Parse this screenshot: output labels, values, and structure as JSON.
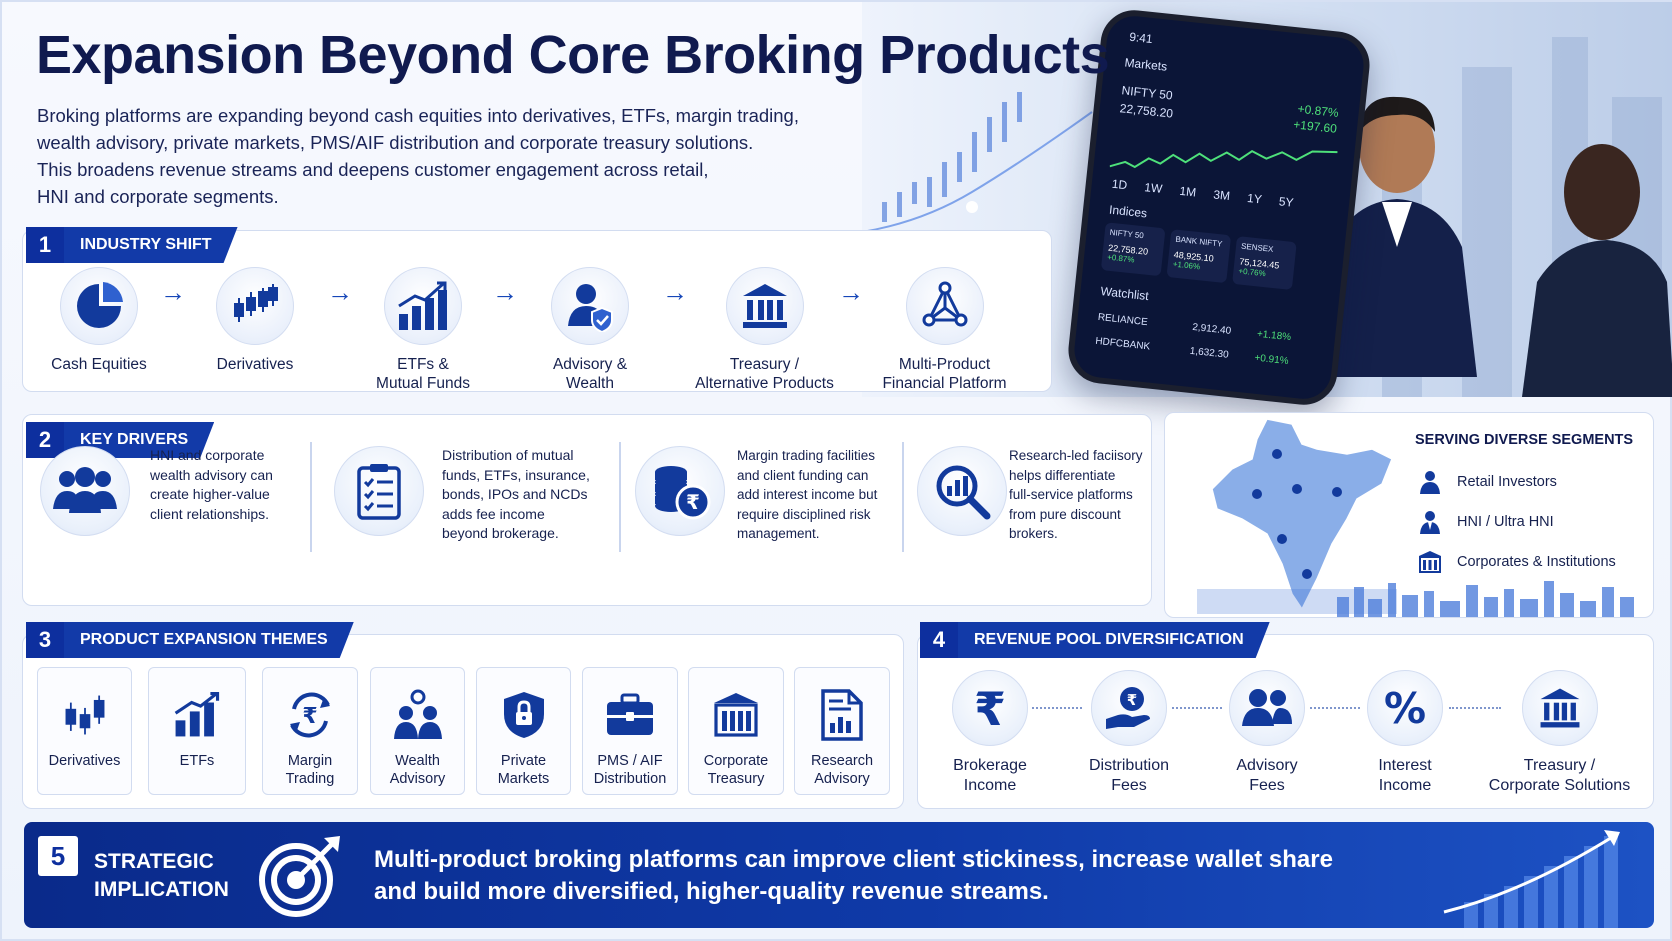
{
  "header": {
    "title": "Expansion Beyond Core Broking Products",
    "intro_lines": [
      "Broking platforms are expanding beyond cash equities into derivatives, ETFs, margin trading,",
      "wealth advisory, private markets, PMS/AIF distribution and corporate treasury solutions.",
      "This broadens revenue streams and deepens customer engagement across retail,",
      "HNI and corporate segments."
    ]
  },
  "phone": {
    "time": "9:41",
    "screen_title": "Markets",
    "index_name": "NIFTY 50",
    "index_value": "22,758.20",
    "index_pct": "+0.87%",
    "index_change": "+197.60",
    "ranges": [
      "1D",
      "1W",
      "1M",
      "3M",
      "1Y",
      "5Y"
    ],
    "indices_label": "Indices",
    "indices": [
      {
        "name": "NIFTY 50",
        "value": "22,758.20",
        "change": "+0.87%"
      },
      {
        "name": "BANK NIFTY",
        "value": "48,925.10",
        "change": "+1.06%"
      },
      {
        "name": "SENSEX",
        "value": "75,124.45",
        "change": "+0.76%"
      }
    ],
    "watchlist_label": "Watchlist",
    "watchlist": [
      {
        "name": "RELIANCE",
        "price": "2,912.40",
        "change": "+1.18%"
      },
      {
        "name": "HDFCBANK",
        "price": "1,632.30",
        "change": "+0.91%"
      }
    ]
  },
  "sections": {
    "s1": {
      "num": "1",
      "label": "Industry Shift",
      "items": [
        {
          "label_lines": [
            "Cash Equities"
          ],
          "icon": "pie-chart-icon"
        },
        {
          "label_lines": [
            "Derivatives"
          ],
          "icon": "candlestick-icon"
        },
        {
          "label_lines": [
            "ETFs &",
            "Mutual Funds"
          ],
          "icon": "bar-growth-icon"
        },
        {
          "label_lines": [
            "Advisory &",
            "Wealth"
          ],
          "icon": "advisor-shield-icon"
        },
        {
          "label_lines": [
            "Treasury /",
            "Alternative Products"
          ],
          "icon": "bank-icon"
        },
        {
          "label_lines": [
            "Multi-Product",
            "Financial Platform"
          ],
          "icon": "network-icon"
        }
      ]
    },
    "s2": {
      "num": "2",
      "label": "Key Drivers",
      "items": [
        {
          "lines": [
            "HNI and corporate",
            "wealth advisory can",
            "create higher-value",
            "client relationships."
          ],
          "icon": "group-icon"
        },
        {
          "lines": [
            "Distribution of mutual",
            "funds, ETFs, insurance,",
            "bonds, IPOs and NCDs",
            "adds fee income",
            "beyond brokerage."
          ],
          "icon": "checklist-icon"
        },
        {
          "lines": [
            "Margin trading facilities",
            "and client funding can",
            "add interest income but",
            "require disciplined risk",
            "management."
          ],
          "icon": "coins-rupee-icon"
        },
        {
          "lines": [
            "Research-led faciisory",
            "helps differentiate",
            "full-service platforms",
            "from pure discount",
            "brokers."
          ],
          "icon": "research-magnifier-icon"
        }
      ]
    },
    "segments": {
      "title": "SERVING DIVERSE SEGMENTS",
      "items": [
        {
          "label": "Retail Investors",
          "icon": "retail-investor-icon"
        },
        {
          "label": "HNI / Ultra HNI",
          "icon": "hni-icon"
        },
        {
          "label": "Corporates & Institutions",
          "icon": "corporate-building-icon"
        }
      ]
    },
    "s3": {
      "num": "3",
      "label": "Product Expansion Themes",
      "items": [
        {
          "lines": [
            "Derivatives"
          ],
          "icon": "candlestick-icon"
        },
        {
          "lines": [
            "ETFs"
          ],
          "icon": "bar-growth-icon"
        },
        {
          "lines": [
            "Margin",
            "Trading"
          ],
          "icon": "rupee-cycle-icon"
        },
        {
          "lines": [
            "Wealth",
            "Advisory"
          ],
          "icon": "wealth-advisor-icon"
        },
        {
          "lines": [
            "Private",
            "Markets"
          ],
          "icon": "lock-shield-icon"
        },
        {
          "lines": [
            "PMS / AIF",
            "Distribution"
          ],
          "icon": "briefcase-icon"
        },
        {
          "lines": [
            "Corporate",
            "Treasury"
          ],
          "icon": "corporate-building-icon"
        },
        {
          "lines": [
            "Research",
            "Advisory"
          ],
          "icon": "report-icon"
        }
      ]
    },
    "s4": {
      "num": "4",
      "label": "Revenue Pool Diversification",
      "items": [
        {
          "lines": [
            "Brokerage",
            "Income"
          ],
          "icon": "rupee-icon"
        },
        {
          "lines": [
            "Distribution",
            "Fees"
          ],
          "icon": "hand-rupee-icon"
        },
        {
          "lines": [
            "Advisory",
            "Fees"
          ],
          "icon": "group-icon"
        },
        {
          "lines": [
            "Interest",
            "Income"
          ],
          "icon": "percent-icon"
        },
        {
          "lines": [
            "Treasury /",
            "Corporate Solutions"
          ],
          "icon": "bank-icon"
        }
      ]
    },
    "s5": {
      "num": "5",
      "label_lines": [
        "STRATEGIC",
        "IMPLICATION"
      ],
      "text_lines": [
        "Multi-product broking platforms can improve client stickiness, increase wallet share",
        "and build more diversified, higher-quality revenue streams."
      ],
      "icon": "target-icon"
    }
  },
  "colors": {
    "navy": "#0d2f9e",
    "title": "#101a4f",
    "accent": "#1546b8",
    "icon": "#123a9c",
    "positive": "#4ee07a"
  }
}
